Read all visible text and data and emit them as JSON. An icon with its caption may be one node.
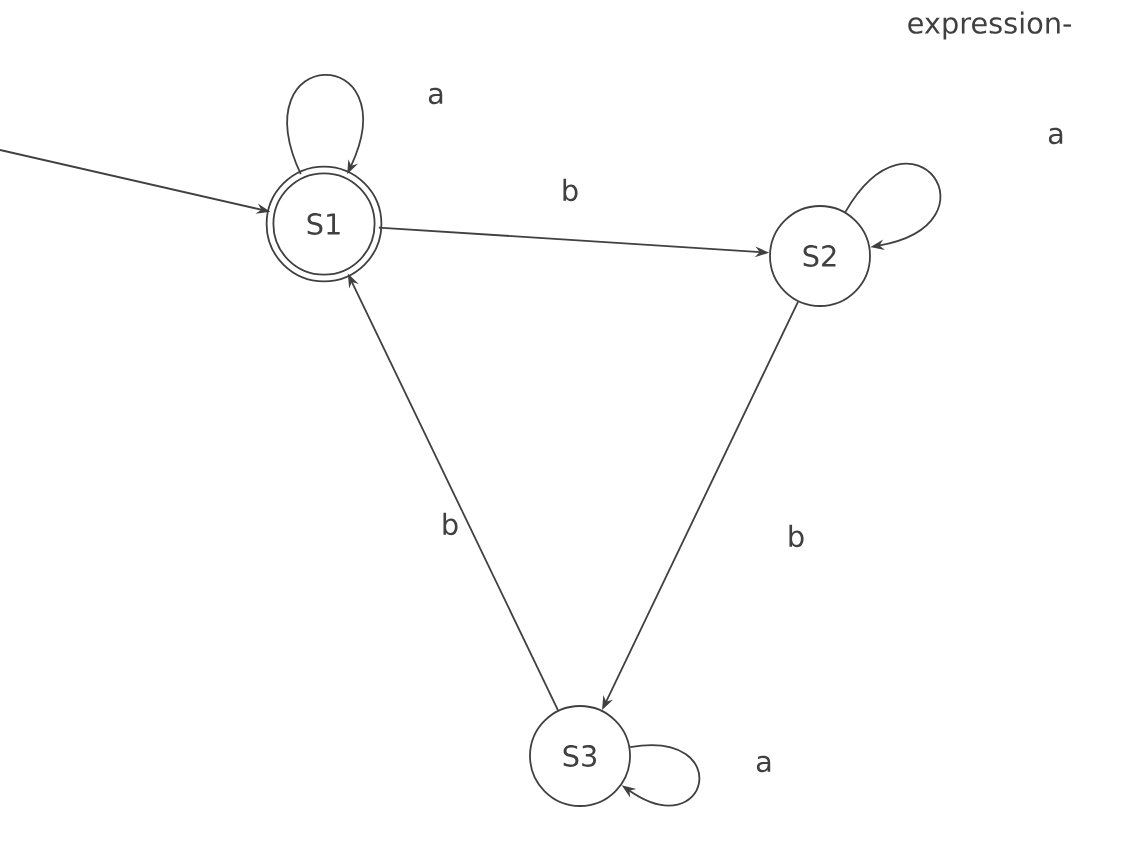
{
  "diagram": {
    "nodes": [
      {
        "text": [
          "S1"
        ]
      },
      {
        "text": [
          "S2"
        ]
      },
      {
        "text": [
          "S3"
        ]
      }
    ],
    "edges": [
      {
        "from": null,
        "to": 0,
        "arrow": "to"
      },
      {
        "from": 0,
        "to": 0,
        "arrow": "to",
        "label": "a"
      },
      {
        "from": 0,
        "to": 1,
        "arrow": "to",
        "label": "b"
      },
      {
        "from": 1,
        "to": 1,
        "arrow": "to",
        "label": "a"
      },
      {
        "from": 1,
        "to": 2,
        "arrow": "to",
        "label": "b"
      },
      {
        "from": 2,
        "to": 2,
        "arrow": "to",
        "label": "a"
      },
      {
        "from": 2,
        "to": 0,
        "arrow": "to",
        "label": "b"
      }
    ],
    "labels": [
      "expression-"
    ]
  }
}
